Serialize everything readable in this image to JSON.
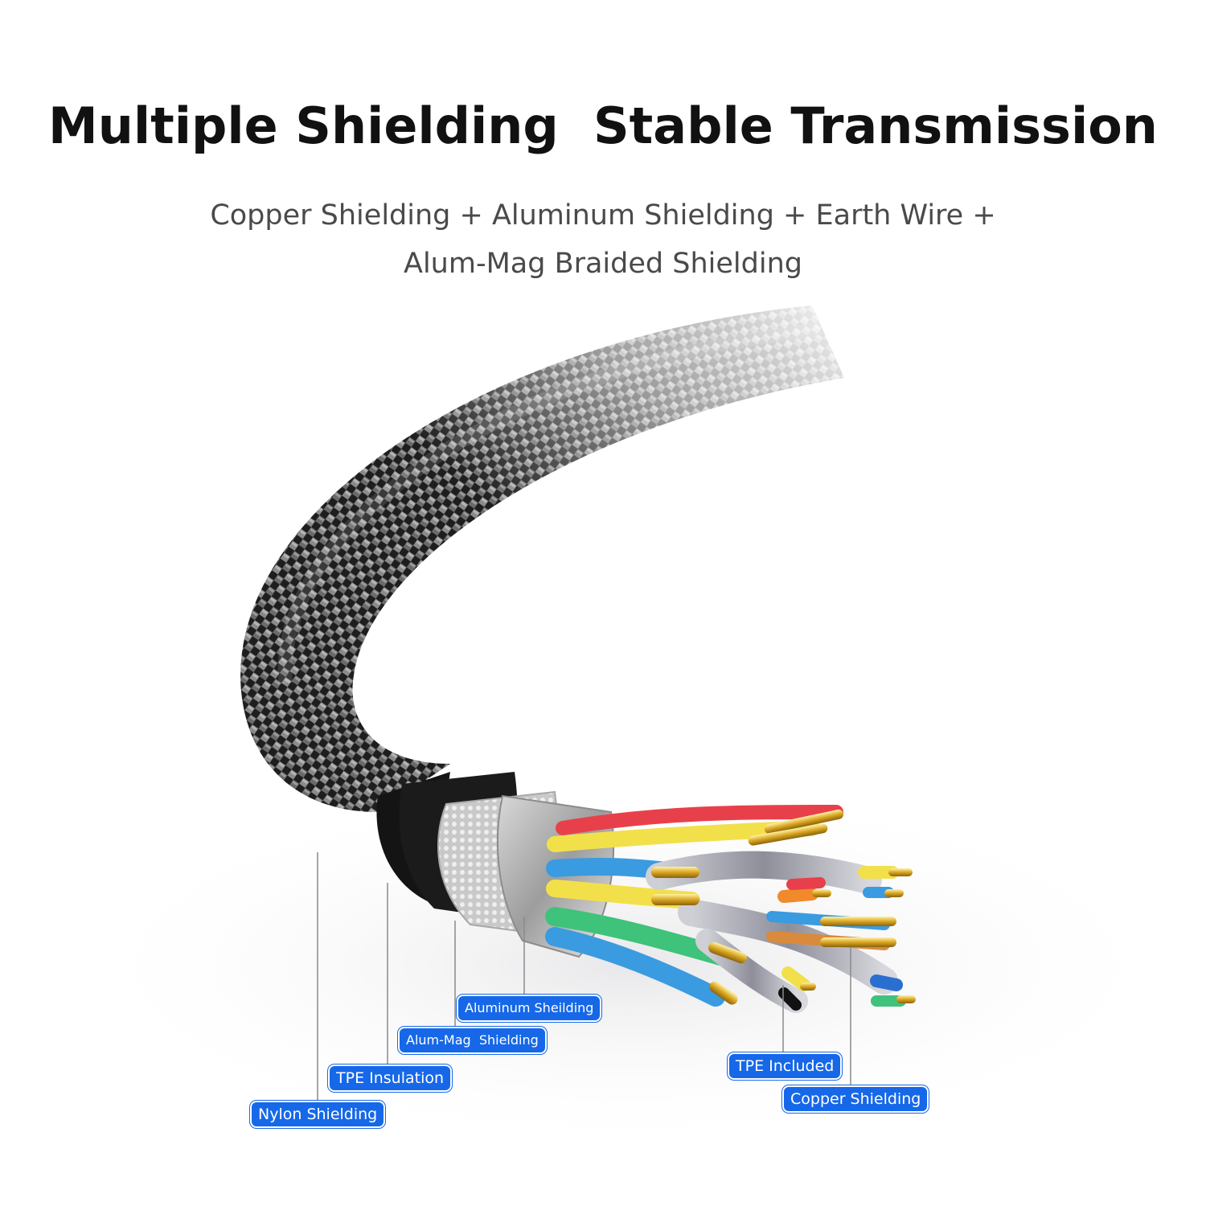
{
  "header": {
    "title": "Multiple Shielding  Stable Transmission",
    "subtitle_line_1": "Copper Shielding + Aluminum Shielding + Earth Wire +",
    "subtitle_line_2": "Alum-Mag Braided Shielding"
  },
  "callouts": {
    "aluminum_shielding": "Aluminum Sheilding",
    "alum_mag_shielding": "Alum-Mag  Shielding",
    "tpe_insulation": "TPE Insulation",
    "nylon_shielding": "Nylon Shielding",
    "tpe_included": "TPE Included",
    "copper_shielding": "Copper Shielding"
  },
  "colors": {
    "label_background": "#1668e8",
    "label_text": "#ffffff",
    "title_text": "#111111",
    "subtitle_text": "#4a4a4a",
    "gold_contact": "#d9a520",
    "wire_yellow": "#f2e04a",
    "wire_red": "#e8404a",
    "wire_blue": "#3a9be0",
    "wire_green": "#3fc27a",
    "wire_orange": "#f08a2a"
  }
}
